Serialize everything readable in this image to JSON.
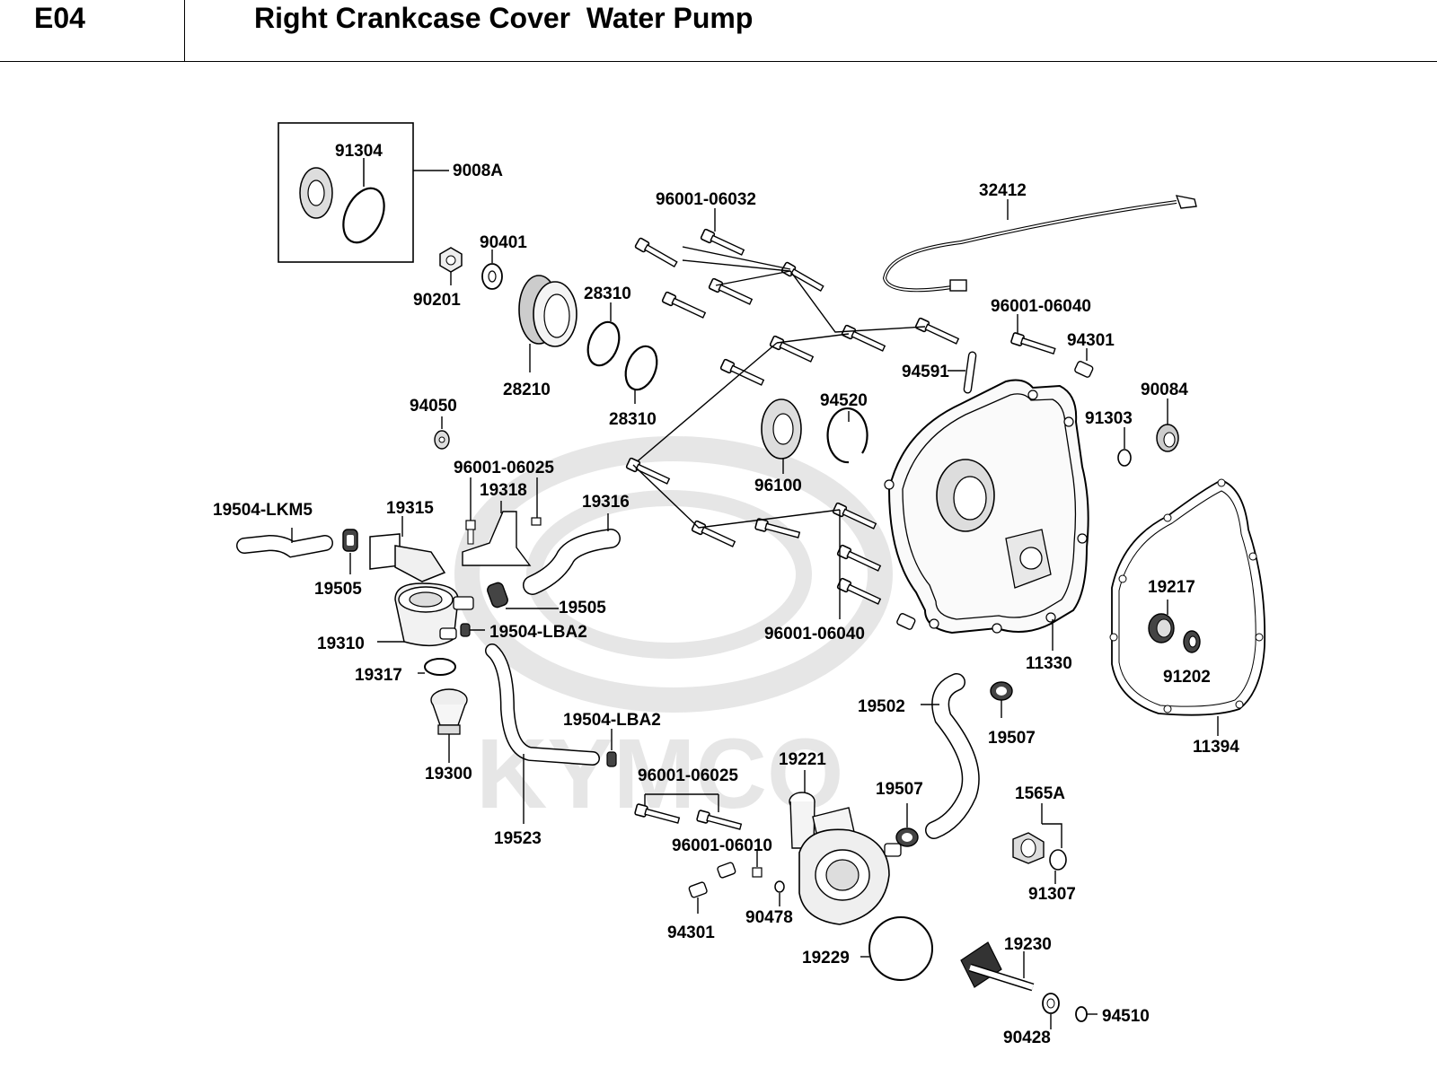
{
  "header": {
    "code": "E04",
    "title": "Right Crankcase Cover  Water Pump"
  },
  "watermark": {
    "brand": "KYMCO",
    "color": "#e6e6e6"
  },
  "labels": [
    {
      "id": "91304",
      "text": "91304"
    },
    {
      "id": "9008A",
      "text": "9008A"
    },
    {
      "id": "90401",
      "text": "90401"
    },
    {
      "id": "90201",
      "text": "90201"
    },
    {
      "id": "28310a",
      "text": "28310"
    },
    {
      "id": "28210",
      "text": "28210"
    },
    {
      "id": "28310b",
      "text": "28310"
    },
    {
      "id": "96001-06032",
      "text": "96001-06032"
    },
    {
      "id": "32412",
      "text": "32412"
    },
    {
      "id": "96001-06040a",
      "text": "96001-06040"
    },
    {
      "id": "94301a",
      "text": "94301"
    },
    {
      "id": "94591",
      "text": "94591"
    },
    {
      "id": "90084",
      "text": "90084"
    },
    {
      "id": "91303",
      "text": "91303"
    },
    {
      "id": "94520",
      "text": "94520"
    },
    {
      "id": "96100",
      "text": "96100"
    },
    {
      "id": "94050",
      "text": "94050"
    },
    {
      "id": "96001-06025a",
      "text": "96001-06025"
    },
    {
      "id": "19318",
      "text": "19318"
    },
    {
      "id": "19316",
      "text": "19316"
    },
    {
      "id": "19315",
      "text": "19315"
    },
    {
      "id": "19504-LKM5",
      "text": "19504-LKM5"
    },
    {
      "id": "19505a",
      "text": "19505"
    },
    {
      "id": "19505b",
      "text": "19505"
    },
    {
      "id": "19504-LBA2a",
      "text": "19504-LBA2"
    },
    {
      "id": "19310",
      "text": "19310"
    },
    {
      "id": "19317",
      "text": "19317"
    },
    {
      "id": "19300",
      "text": "19300"
    },
    {
      "id": "19504-LBA2b",
      "text": "19504-LBA2"
    },
    {
      "id": "19523",
      "text": "19523"
    },
    {
      "id": "96001-06040b",
      "text": "96001-06040"
    },
    {
      "id": "11330",
      "text": "11330"
    },
    {
      "id": "19217",
      "text": "19217"
    },
    {
      "id": "91202",
      "text": "91202"
    },
    {
      "id": "11394",
      "text": "11394"
    },
    {
      "id": "19502",
      "text": "19502"
    },
    {
      "id": "19507a",
      "text": "19507"
    },
    {
      "id": "19221",
      "text": "19221"
    },
    {
      "id": "96001-06025b",
      "text": "96001-06025"
    },
    {
      "id": "19507b",
      "text": "19507"
    },
    {
      "id": "1565A",
      "text": "1565A"
    },
    {
      "id": "96001-06010",
      "text": "96001-06010"
    },
    {
      "id": "91307",
      "text": "91307"
    },
    {
      "id": "94301b",
      "text": "94301"
    },
    {
      "id": "90478",
      "text": "90478"
    },
    {
      "id": "19229",
      "text": "19229"
    },
    {
      "id": "19230",
      "text": "19230"
    },
    {
      "id": "94510",
      "text": "94510"
    },
    {
      "id": "90428",
      "text": "90428"
    }
  ],
  "icons": {
    "bolt": "bolt-icon",
    "o-ring": "o-ring-icon",
    "hose": "hose-icon",
    "clamp": "hose-clamp-icon",
    "bearing": "bearing-icon",
    "cover": "crankcase-cover-icon",
    "gasket": "gasket-icon",
    "pump": "water-pump-icon",
    "impeller": "impeller-icon",
    "thermostat": "thermostat-icon",
    "cable": "cable-icon"
  }
}
